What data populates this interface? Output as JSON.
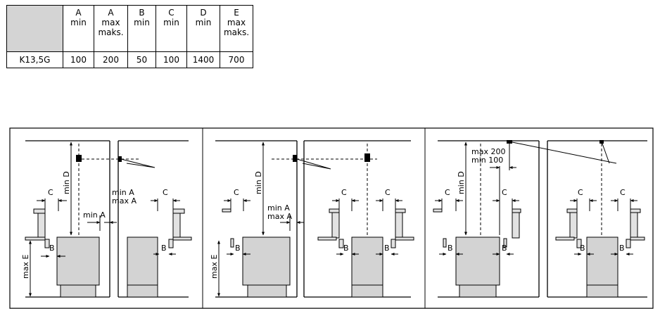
{
  "table": {
    "columns": [
      {
        "letter": "A",
        "lines": [
          "min"
        ]
      },
      {
        "letter": "A",
        "lines": [
          "max",
          "maks."
        ]
      },
      {
        "letter": "B",
        "lines": [
          "min"
        ]
      },
      {
        "letter": "C",
        "lines": [
          "min"
        ]
      },
      {
        "letter": "D",
        "lines": [
          "min"
        ]
      },
      {
        "letter": "E",
        "lines": [
          "max",
          "maks."
        ]
      }
    ],
    "row_label": "K13,5G",
    "values": [
      "100",
      "200",
      "50",
      "100",
      "1400",
      "700"
    ]
  },
  "labels": {
    "A": "A",
    "B": "B",
    "C": "C",
    "min_D": "min D",
    "min_A": "min A",
    "max_A": "max A",
    "max_E": "max E",
    "max_200": "max 200",
    "min_100": "min 100"
  }
}
